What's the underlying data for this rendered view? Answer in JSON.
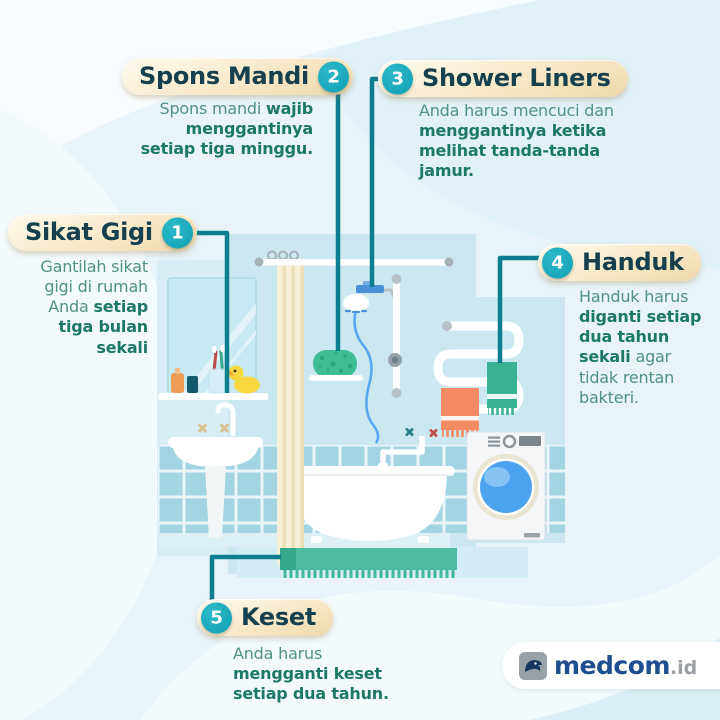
{
  "callouts": [
    {
      "number": "1",
      "title": "Sikat Gigi",
      "pre": "Gantilah sikat gigi di rumah Anda ",
      "bold": "setiap tiga bulan sekali",
      "post": ""
    },
    {
      "number": "2",
      "title": "Spons Mandi",
      "pre": "Spons mandi ",
      "bold": "wajib menggantinya setiap tiga minggu.",
      "post": ""
    },
    {
      "number": "3",
      "title": "Shower Liners",
      "pre": "Anda harus mencuci dan ",
      "bold": "menggantinya ketika melihat tanda-tanda jamur.",
      "post": ""
    },
    {
      "number": "4",
      "title": "Handuk",
      "pre": "Handuk harus ",
      "bold": "diganti setiap dua tahun sekali",
      "post": " agar tidak rentan bakteri."
    },
    {
      "number": "5",
      "title": "Keset",
      "pre": "Anda harus ",
      "bold": "mengganti keset setiap dua tahun.",
      "post": ""
    }
  ],
  "logo": {
    "brand": "medcom",
    "suffix": ".id"
  },
  "colors": {
    "badge_teal": "#14a6b7",
    "connector_teal": "#0b7e8f",
    "title_text": "#17404f",
    "body_text": "#4e9383",
    "body_bold_text": "#1d7867",
    "pill_light": "#fdfaef",
    "pill_dark": "#eed8aa",
    "panel_blue": "#cbe8f0",
    "tile_blue": "#a2d4e3",
    "sponge_green": "#3fbe95",
    "towel_orange": "#f58a63",
    "towel_green": "#3ab394",
    "mat_green": "#4cbc9e",
    "duck_yellow": "#f7d83f",
    "washer_glass_blue": "#4da2f0",
    "medcom_blue": "#1d4e8f",
    "medcom_gray": "#9aa0a6"
  },
  "illustration": {
    "objects": [
      "mirror",
      "shelf",
      "soap-bottles",
      "toothbrush-cup",
      "rubber-duck",
      "sink",
      "curtain-rod",
      "shower-curtain",
      "bath-sponge",
      "shower-head",
      "shower-rail",
      "shower-hose",
      "towel-rail",
      "towel-green",
      "towel-orange",
      "washing-machine",
      "bathtub-faucet",
      "bathtub",
      "bath-mat"
    ]
  }
}
